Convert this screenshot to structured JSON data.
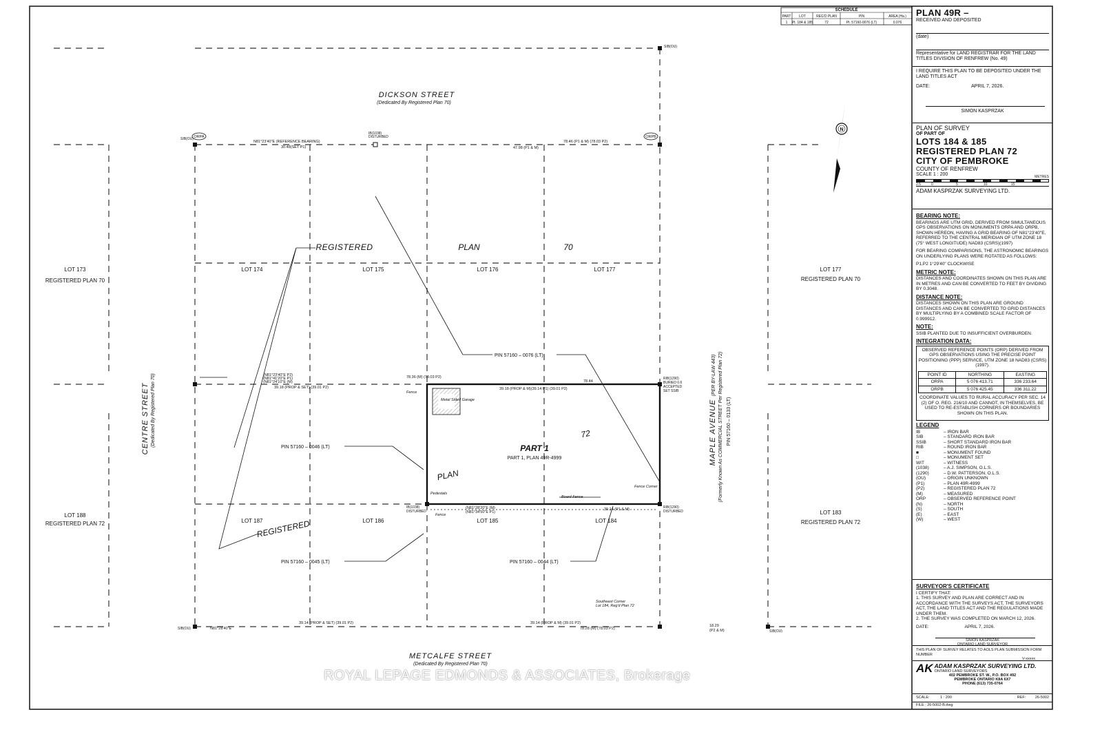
{
  "schedule": {
    "title": "SCHEDULE",
    "headers": [
      "PART",
      "LOT",
      "REG'D PLAN",
      "PIN",
      "AREA (Ha.)"
    ],
    "row": [
      "1",
      "Pt. 184 & 185",
      "72",
      "Pt. 57160-0076 (LT)",
      "0.076"
    ]
  },
  "title_block": {
    "plan_no": "PLAN 49R –",
    "received": "RECEIVED AND DEPOSITED",
    "date_label": "(date)",
    "rep_text": "Representative for LAND REGISTRAR FOR THE LAND TITLES DIVISION OF RENFREW (No. 49)",
    "require_text": "I REQUIRE THIS PLAN TO BE DEPOSITED UNDER THE LAND TITLES ACT",
    "date_key": "DATE:",
    "date_value": "APRIL 7, 2026.",
    "signer": "SIMON KASPRZAK",
    "plan_of_survey": "PLAN OF SURVEY",
    "of_part_of": "OF PART OF",
    "lots": "LOTS 184 & 185",
    "reg_plan": "REGISTERED PLAN 72",
    "city": "CITY OF PEMBROKE",
    "county": "COUNTY OF RENFREW",
    "scale": "SCALE   1 : 200",
    "scale_ticks": [
      "2.5",
      "0",
      "5",
      "10",
      "15"
    ],
    "metres": "METRES",
    "company": "ADAM KASPRZAK SURVEYING LTD."
  },
  "notes": {
    "bearing_hd": "BEARING NOTE:",
    "bearing": "BEARINGS ARE UTM GRID, DERIVED FROM SIMULTANEOUS GPS OBSERVATIONS ON MONUMENTS ORPA AND ORPB, SHOWN HEREON, HAVING A GRID BEARING OF N81°23'40\"E, REFERRED TO THE CENTRAL MERIDIAN OF UTM ZONE 18 (75° WEST LONGITUDE) NAD83 (CSRS)(1997)",
    "bearing2": "FOR BEARING COMPARISONS, THE ASTRONOMIC BEARINGS ON UNDERLYING PLANS WERE ROTATED AS FOLLOWS:",
    "bearing3": "P1,P2                 1°29'40\" CLOCKWISE",
    "metric_hd": "METRIC NOTE:",
    "metric": "DISTANCES AND COORDINATES SHOWN ON THIS PLAN ARE IN METRES AND CAN BE CONVERTED TO FEET BY DIVIDING BY 0.3048.",
    "distance_hd": "DISTANCE NOTE:",
    "distance": "DISTANCES SHOWN ON THIS PLAN ARE GROUND DISTANCES AND CAN BE CONVERTED TO GRID DISTANCES BY MULTIPLYING BY A COMBINED SCALE FACTOR OF 0.999912.",
    "note_hd": "NOTE:",
    "note": "SSIB PLANTED DUE TO INSUFFICIENT OVERBURDEN.",
    "integration_hd": "INTEGRATION DATA:",
    "integration": "OBSERVED REFERENCE POINTS (ORP) DERIVED FROM GPS OBSERVATIONS USING THE PRECISE POINT POSITIONING (PPP) SERVICE, UTM ZONE 18 NAD83 (CSRS)(1997).",
    "coord_headers": [
      "POINT ID",
      "NORTHING",
      "EASTING"
    ],
    "coord_rows": [
      [
        "ORPA",
        "5 076 413.71",
        "336 233.64"
      ],
      [
        "ORPB",
        "5 076 425.45",
        "336 311.22"
      ]
    ],
    "coord_note": "COORDINATE VALUES TO RURAL ACCURACY PER SEC. 14 (2) OF O. REG. 216/10 AND CANNOT, IN THEMSELVES, BE USED TO RE-ESTABLISH CORNERS OR BOUNDARIES SHOWN ON THIS PLAN."
  },
  "legend": {
    "title": "LEGEND",
    "items": [
      [
        "IB",
        "– IRON BAR"
      ],
      [
        "SIB",
        "– STANDARD IRON BAR"
      ],
      [
        "SSIB",
        "– SHORT STANDARD IRON BAR"
      ],
      [
        "RIB",
        "– ROUND IRON BAR"
      ],
      [
        "■",
        "– MONUMENT FOUND"
      ],
      [
        "□",
        "– MONUMENT SET"
      ],
      [
        "WIT",
        "– WITNESS"
      ],
      [
        "(1038)",
        "– A.J. SIMPSON, O.L.S."
      ],
      [
        "(1290)",
        "– D.W. PATTERSON, O.L.S."
      ],
      [
        "(OU)",
        "– ORIGIN UNKNOWN"
      ],
      [
        "(P1)",
        "– PLAN 49R-4999"
      ],
      [
        "(P2)",
        "– REGISTERED PLAN 72"
      ],
      [
        "(M)",
        "– MEASURED"
      ],
      [
        "ORP",
        "– OBSERVED REFERENCE POINT"
      ],
      [
        "(N)",
        "– NORTH"
      ],
      [
        "(S)",
        "– SOUTH"
      ],
      [
        "(E)",
        "– EAST"
      ],
      [
        "(W)",
        "– WEST"
      ]
    ]
  },
  "certificate": {
    "title": "SURVEYOR'S CERTIFICATE",
    "intro": "I CERTIFY THAT:",
    "line1": "1.  THIS SURVEY AND PLAN ARE CORRECT AND IN ACCORDANCE WITH THE SURVEYS ACT, THE SURVEYORS ACT, THE LAND TITLES ACT AND THE REGULATIONS MADE UNDER THEM.",
    "line2": "2.  THE SURVEY WAS COMPLETED ON MARCH 12, 2026.",
    "date_key": "DATE:",
    "date_value": "APRIL 7, 2026.",
    "signer": "SIMON KASPRZAK",
    "signer_title": "ONTARIO LAND SURVEYOR"
  },
  "aols": {
    "text": "THIS PLAN OF SURVEY RELATES TO AOLS PLAN SUBMISSION FORM NUMBER",
    "number": "V-xxxxx"
  },
  "firm": {
    "logo": "AK",
    "name": "ADAM KASPRZAK SURVEYING LTD.",
    "sub": "ONTARIO LAND SURVEYORS",
    "addr1": "402 PEMBROKE ST. W.,  P.O. BOX 492",
    "addr2": "PEMBROKE ONTARIO  K8A 6X7",
    "phone": "PHONE (613) 735-0764",
    "scale_key": "SCALE:",
    "scale_val": "1 : 200",
    "ref_key": "REF:",
    "ref_val": "26-5002",
    "file": "FILE : 26-5002-B.dwg"
  },
  "plan": {
    "dickson": "DICKSON STREET",
    "dickson_sub": "(Dedicated By Registered Plan 70)",
    "metcalfe": "METCALFE STREET",
    "metcalfe_sub": "(Dedicated By Registered Plan 70)",
    "centre": "CENTRE STREET",
    "centre_sub": "(Dedicated By Registered Plan 70)",
    "maple": "MAPLE AVENUE",
    "maple_by": "(PER BY-LAW 443)",
    "maple_sub": "(Formerly Known As COMMERCIAL STREET Per Registered Plan 72)",
    "maple_pin": "PIN  57160 – 0133  (LT)",
    "registered": "REGISTERED",
    "plan_word": "PLAN",
    "plan70": "70",
    "plan72": "72",
    "lot173": "LOT 173",
    "lot173_sub": "REGISTERED PLAN 70",
    "lot188": "LOT 188",
    "lot188_sub": "REGISTERED PLAN 72",
    "lot177r": "LOT 177",
    "lot177r_sub": "REGISTERED PLAN 70",
    "lot183": "LOT 183",
    "lot183_sub": "REGISTERED PLAN 72",
    "lot174": "LOT 174",
    "lot175": "LOT 175",
    "lot176": "LOT 176",
    "lot177": "LOT 177",
    "lot187": "LOT 187",
    "lot186": "LOT 186",
    "lot185": "LOT 185",
    "lot184": "LOT 184",
    "part1": "PART 1",
    "part1_sub": "PART 1, PLAN 49R-4999",
    "pin76": "PIN  57160 – 0076  (LT)",
    "pin46": "PIN  57160 – 0046  (LT)",
    "pin45": "PIN  57160 – 0045  (LT)",
    "pin44": "PIN  57160 – 0044  (LT)",
    "ref_bearing": "N81°23'40\"E (REFERENCE BEARING)",
    "d3048": "30.48(SET P1)",
    "d4798": "47.98 (P1 & M)",
    "d7846top": "78.46 (P1 & M)  (78.03 P2)",
    "d7836": "78.36 (M)  (78.03 P2)",
    "d3918top": "39.18 (PROP & M)(39.14 P1) (39.01 P2)",
    "d7844": "78.44",
    "d3918left": "39.18 (PROP & SET)  (39.01 P2)",
    "d3914bot": "39.14 (P1 & M)",
    "d3914left": "39.14  (PROP & SET)  (39.01 P2)",
    "d3914right": "39.14  (PROP & M)  (39.01 P2)",
    "d7828": "78.28 (M)  (78.03 P2)",
    "d1829": "18.29",
    "d1829sub": "(P2 & M)",
    "brg1": "(N81°23'40\"E P2)",
    "brg2": "(N81°41'20\"E P1)",
    "brg3": "(N81°24'10\"E (M)",
    "brg_bot": "(N81°28'20\"E (M)",
    "brg_bot2": "(N81°34'50\"E P1)",
    "brg_bot3": "N81°28'40\"E",
    "orpa": "ORPA",
    "orpb": "ORPB",
    "fence": "Fence",
    "garage": "Metal Sided Garage",
    "board_fence": "Board Fence",
    "pedestals": "Pedestals",
    "fence_corner": "Fence Corner",
    "se_corner": "Southeast Corner",
    "se_corner_sub": "Lot 184, Reg'd Plan 72",
    "ib1038": "IB(1038)",
    "disturbed": "DISTURBED",
    "sib_ou": "SIB(OU)",
    "rib1290": "RIB(1290)",
    "buried": "BURIED 0.6",
    "accepted": "ACCEPTED",
    "set_ssib": "SET SSIB",
    "north": "N"
  },
  "watermark": "ROYAL LEPAGE EDMONDS & ASSOCIATES, Brokerage"
}
